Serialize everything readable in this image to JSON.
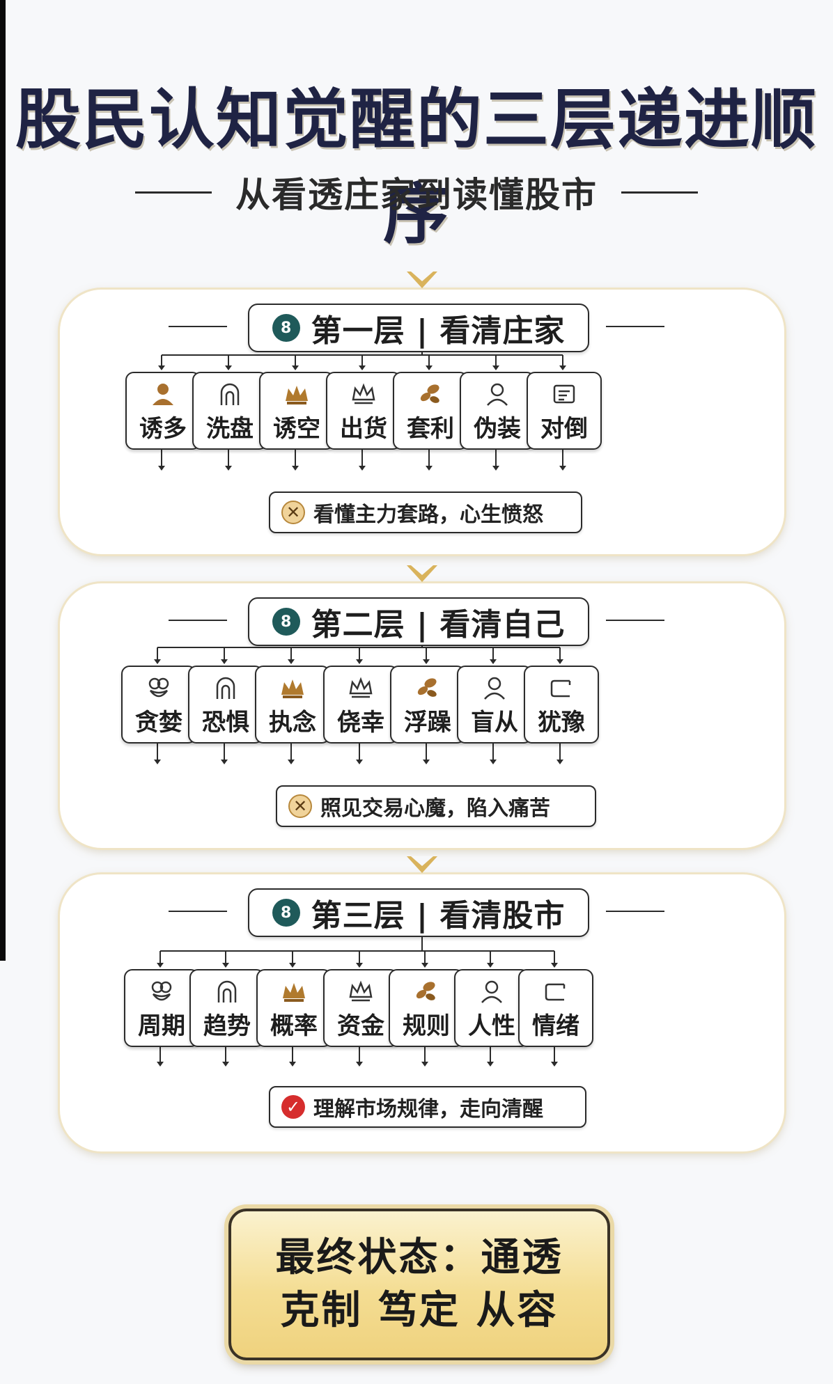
{
  "title": "股民认知觉醒的三层递进顺序",
  "subtitle": "从看透庄家到读懂股市",
  "colors": {
    "title": "#1f2344",
    "header_icon": "#1f5a5a",
    "gold": "#d9b35c",
    "warn": "#f0d39a",
    "check": "#d62d2d"
  },
  "layers": [
    {
      "header_icon": "8",
      "header": "第一层 | 看清庄家",
      "items": [
        {
          "label": "诱多",
          "icon": "person-icon"
        },
        {
          "label": "洗盘",
          "icon": "arch-icon"
        },
        {
          "label": "诱空",
          "icon": "crown-gold-icon"
        },
        {
          "label": "出货",
          "icon": "crown-outline-icon"
        },
        {
          "label": "套利",
          "icon": "leaf-icon"
        },
        {
          "label": "伪装",
          "icon": "user-outline-icon"
        },
        {
          "label": "对倒",
          "icon": "register-icon"
        }
      ],
      "result": {
        "icon": "x-circle-icon",
        "text": "看懂主力套路，心生愤怒"
      }
    },
    {
      "header_icon": "8",
      "header": "第二层 | 看清自己",
      "items": [
        {
          "label": "贪婪",
          "icon": "knot-icon"
        },
        {
          "label": "恐惧",
          "icon": "arch-icon"
        },
        {
          "label": "执念",
          "icon": "crown-gold-icon"
        },
        {
          "label": "侥幸",
          "icon": "crown-outline-icon"
        },
        {
          "label": "浮躁",
          "icon": "leaf-icon"
        },
        {
          "label": "盲从",
          "icon": "user-outline-icon"
        },
        {
          "label": "犹豫",
          "icon": "card-icon"
        }
      ],
      "result": {
        "icon": "x-circle-icon",
        "text": "照见交易心魔，陷入痛苦"
      }
    },
    {
      "header_icon": "8",
      "header": "第三层 | 看清股市",
      "items": [
        {
          "label": "周期",
          "icon": "knot-icon"
        },
        {
          "label": "趋势",
          "icon": "arch-icon"
        },
        {
          "label": "概率",
          "icon": "crown-gold-icon"
        },
        {
          "label": "资金",
          "icon": "crown-outline-icon"
        },
        {
          "label": "规则",
          "icon": "leaf-icon"
        },
        {
          "label": "人性",
          "icon": "user-outline-icon"
        },
        {
          "label": "情绪",
          "icon": "card-icon"
        }
      ],
      "result": {
        "icon": "check-circle-icon",
        "text": "理解市场规律，走向清醒"
      }
    }
  ],
  "final": {
    "line1": "最终状态：通透",
    "line2": "克制 笃定 从容"
  }
}
